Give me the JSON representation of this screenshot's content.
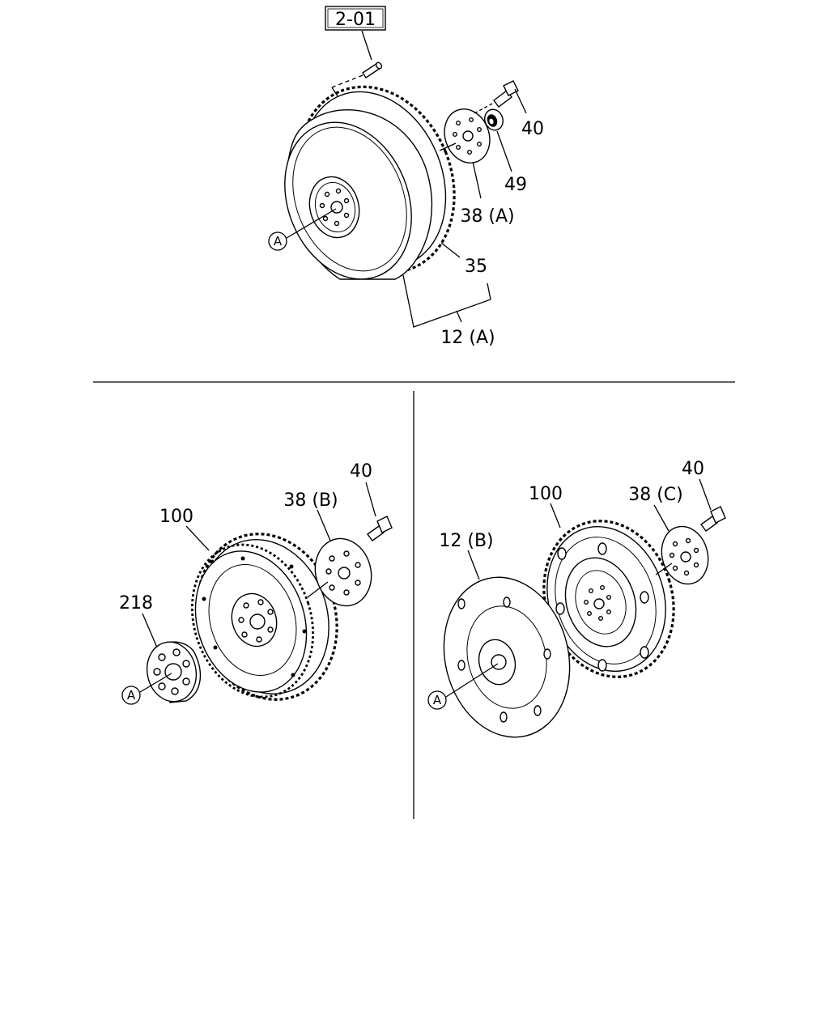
{
  "reference_box": "2-01",
  "callout_symbol": "A",
  "labels": {
    "top": {
      "p40": "40",
      "p49": "49",
      "p38a": "38 (A)",
      "p35": "35",
      "p12a": "12 (A)"
    },
    "bottom_left": {
      "p40": "40",
      "p38b": "38 (B)",
      "p100": "100",
      "p218": "218"
    },
    "bottom_right": {
      "p40": "40",
      "p38c": "38 (C)",
      "p100": "100",
      "p12b": "12 (B)"
    }
  }
}
